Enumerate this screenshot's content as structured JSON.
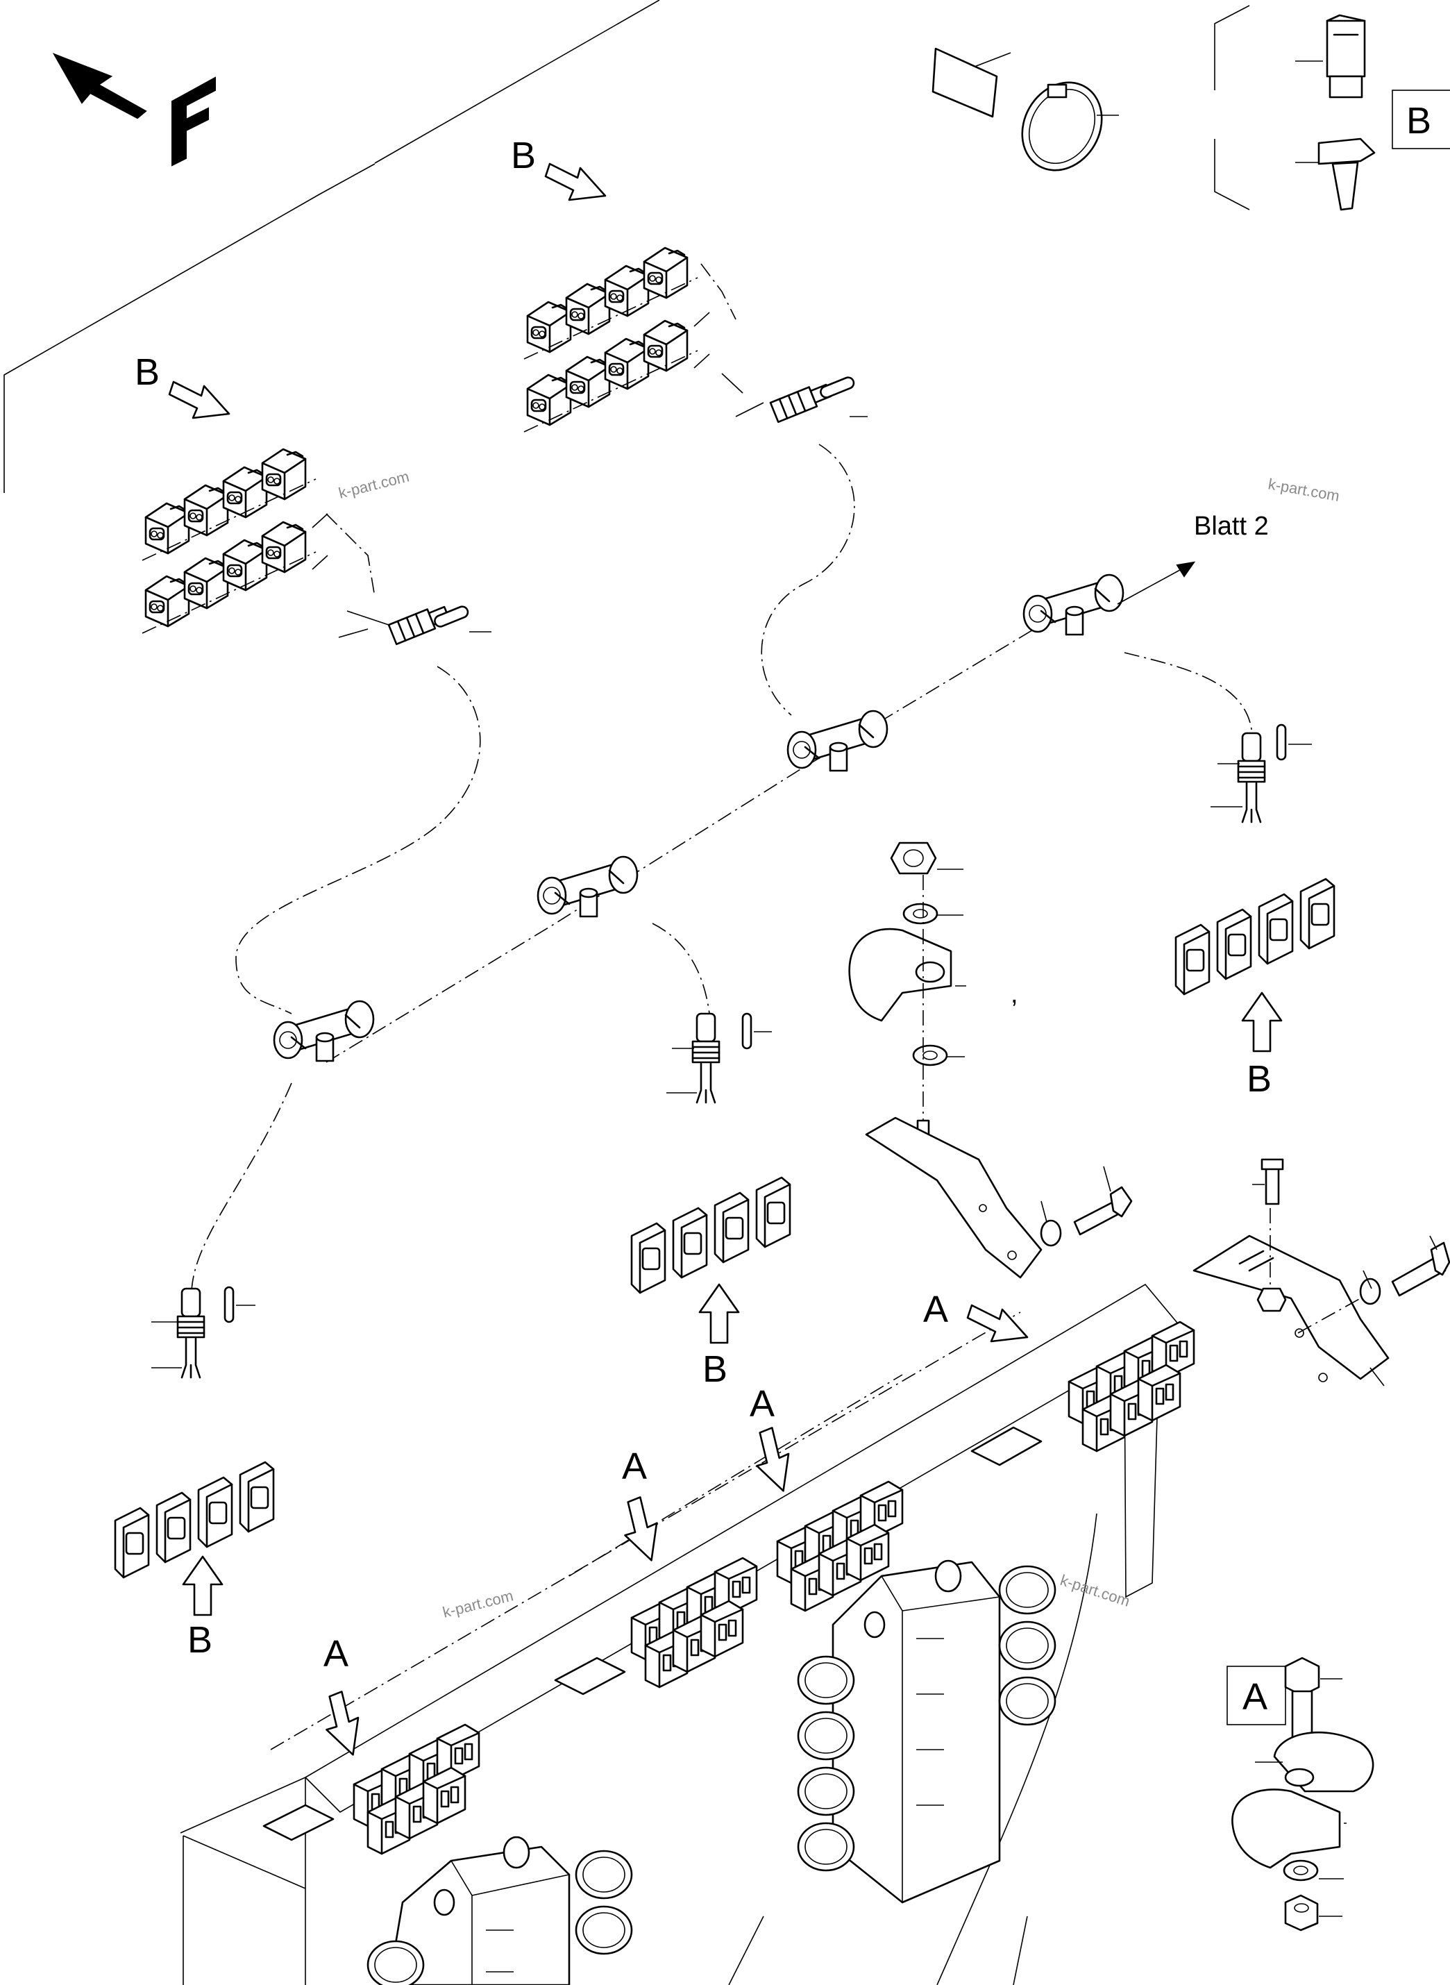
{
  "labels": {
    "b": "B",
    "a": "A",
    "blatt": "Blatt 2",
    "comma": ","
  },
  "watermark": "k-part.com",
  "colors": {
    "line": "#000000",
    "background": "#ffffff",
    "watermark": "#8a8a8a"
  },
  "icons": [
    "direction-arrow-icon",
    "forward-f-icon",
    "callout-arrow-icon",
    "connector-block-icon",
    "tee-piece-icon",
    "cable-tie-icon",
    "bolt-icon",
    "nut-icon",
    "washer-icon",
    "clamp-icon",
    "bracket-icon",
    "valve-block-icon"
  ]
}
